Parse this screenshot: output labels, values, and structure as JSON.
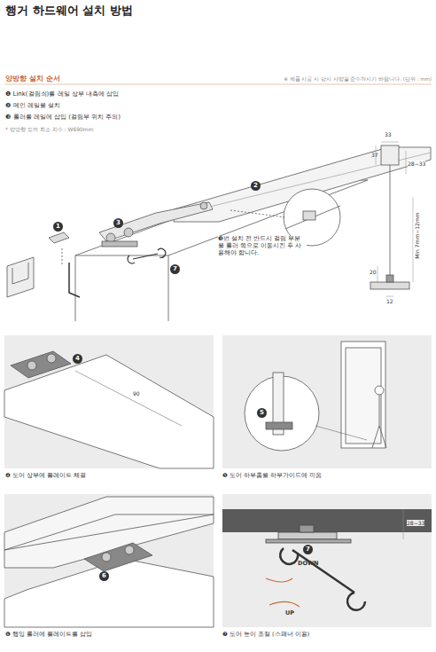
{
  "diagram": {
    "title": "행거 하드웨어 설치 방법",
    "labels": [
      "양방향 설치 순서",
      "※ 제품 시공 시 당시 사양을 준수하시기 바랍니다. (단위 : mm)",
      "❶ Link(걸림쇠)를 레일 상부 내측에 삽입",
      "❷ 메인 레일을 설치",
      "❸ 롤러를 레일에 삽입 (걸림부 위치 주의)",
      "* 양방향 도어 최소 치수 : W690mm",
      "1",
      "2",
      "3",
      "7",
      "❸번 설치 전 반드시 걸림 부분을 롤러 쪽으로 이동시킨 후 사용해야 합니다.",
      "33",
      "37",
      "28~33",
      "Min 7mm~12mm",
      "20",
      "12",
      "4",
      "90",
      "❹ 도어 상부에 플레이트 체결",
      "5",
      "❺ 도어 하부홈을 하부가이드에 끼움",
      "6",
      "❻ 행잉 롤러에 플레이트를 삽입",
      "7",
      "28~33",
      "DOWN",
      "UP",
      "❼ 도어 높이 조절 (스패너 이용)"
    ]
  }
}
